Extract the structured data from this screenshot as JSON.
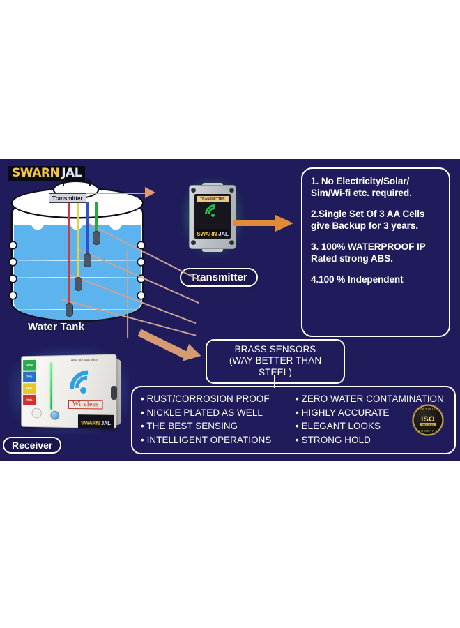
{
  "brand": {
    "name_part1": "SWARN",
    "name_part2": "JAL"
  },
  "tank": {
    "transmitter_tag": "Transmitter",
    "caption": "Water Tank",
    "sensors": [
      {
        "color": "#cf3b3b",
        "name": "red-sensor-level-25"
      },
      {
        "color": "#e8d33a",
        "name": "yellow-sensor-level-50"
      },
      {
        "color": "#2f52c9",
        "name": "blue-sensor-level-75"
      },
      {
        "color": "#27a844",
        "name": "green-sensor-level-100"
      }
    ]
  },
  "transmitter": {
    "pill_label": "Transmitter",
    "label_top_text": "TRANSMITTER",
    "logo_part1": "SWARN",
    "logo_part2": "JAL",
    "wifi_color": "#22c24a"
  },
  "receiver": {
    "pill_label": "Receiver",
    "wireless_label": "Wireless",
    "hindi_text": "स्वच्छ जल स्वस्थ जीवन",
    "logo_part1": "SWARN",
    "logo_part2": "JAL",
    "wifi_color": "#2e9fe0",
    "level_strips": [
      {
        "label": "100%",
        "color": "#2aa84a"
      },
      {
        "label": "75%",
        "color": "#2a6fc9"
      },
      {
        "label": "50%",
        "color": "#e5c62c"
      },
      {
        "label": "25%",
        "color": "#cf3030"
      }
    ]
  },
  "features_panel": {
    "items": [
      "1. No Electricity/Solar/ Sim/Wi-fi etc. required.",
      "2.Single Set Of 3 AA Cells give Backup for 3 years.",
      "3. 100% WATERPROOF  IP Rated strong ABS.",
      "4.100 % Independent"
    ]
  },
  "brass_header": {
    "line1": "BRASS SENSORS",
    "line2": "(WAY BETTER THAN STEEL)"
  },
  "benefits": {
    "left_column": [
      "• RUST/CORROSION PROOF",
      "• NICKLE PLATED AS WELL",
      "• THE BEST SENSING",
      "• INTELLIGENT OPERATIONS"
    ],
    "right_column": [
      "• ZERO WATER CONTAMINATION",
      "• HIGHLY ACCURATE",
      "• ELEGANT LOOKS",
      "• STRONG HOLD"
    ]
  },
  "iso_badge": {
    "top_text": "CERTIFIED",
    "main_text": "ISO",
    "sub_text": "9001:2015",
    "bottom_text": "COMPANY"
  },
  "colors": {
    "background_panel": "#201c5c",
    "page_background": "#ffffff",
    "arrow_thin": "#caa395",
    "arrow_bold": "#e08a3c",
    "arrow_thick": "#d79b74",
    "water": "#5cb3ee"
  }
}
